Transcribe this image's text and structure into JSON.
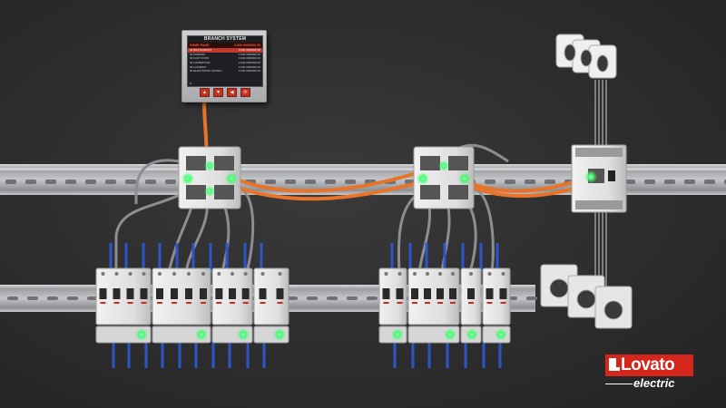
{
  "brand": {
    "name": "Lovato",
    "sub": "electric",
    "color": "#d5261b"
  },
  "hmi": {
    "title": "BRANCH SYSTEM",
    "home_label": "HOME PAGE",
    "home_value": "0.000 0000000.00",
    "rows": [
      {
        "label": "01 RESTAURANT",
        "value": "0.000 0000000.00"
      },
      {
        "label": "02 PARKING",
        "value": "0.000 0000000.00"
      },
      {
        "label": "03 FAST FOOD",
        "value": "0.000 0000000.00"
      },
      {
        "label": "04 GAMEROOM",
        "value": "0.000 0000000.00"
      },
      {
        "label": "05 LAUNDRY",
        "value": "0.000 0000000.00"
      },
      {
        "label": "06 ELECTRONIC WORLD",
        "value": "0.000 0000000.00"
      }
    ],
    "footer": "B",
    "keys": [
      "▲",
      "▼",
      "◀",
      "⟳"
    ]
  },
  "colors": {
    "background": "#2b2b2c",
    "din_rail": "#b9babc",
    "cable_orange": "#e8742a",
    "wire_blue": "#2c55c8",
    "led_green": "#3bff6a",
    "module_white": "#e6e6e6"
  },
  "icons": {
    "hub_left": "bus-hub-icon",
    "hub_middle": "bus-hub-icon",
    "module_right": "ct-module-icon",
    "ct_top": "split-core-ct-icon",
    "ct_bottom": "solid-core-ct-icon"
  }
}
